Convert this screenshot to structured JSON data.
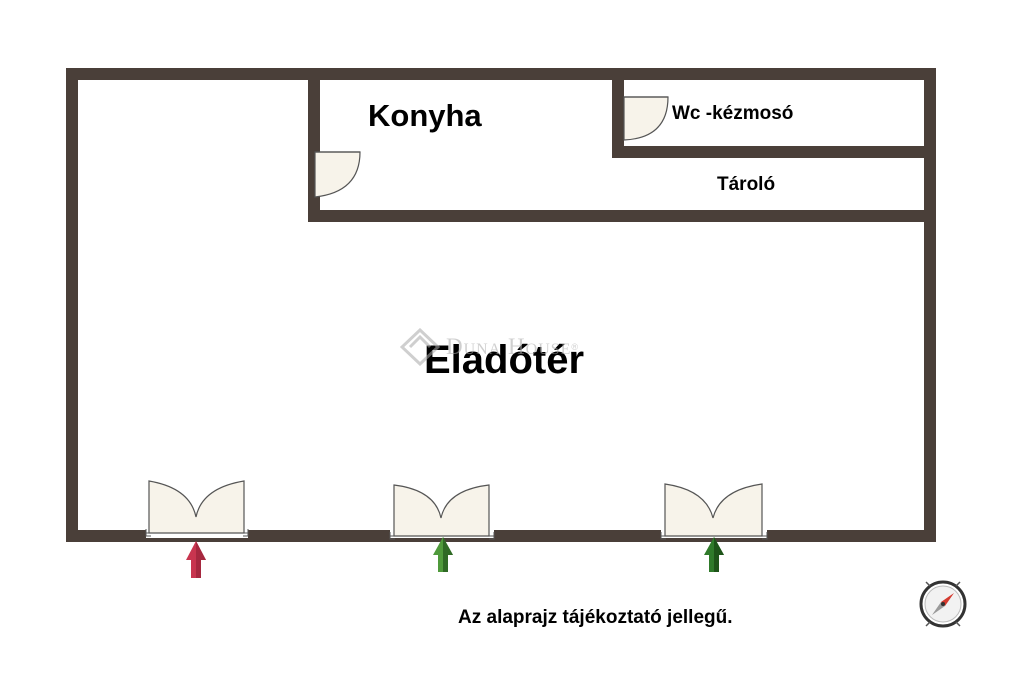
{
  "rooms": {
    "konyha": "Konyha",
    "wc": "Wc -kézmosó",
    "tarolo": "Tároló",
    "eladoter": "Eladótér"
  },
  "watermark": {
    "brand": "Duna House",
    "registered": "®"
  },
  "disclaimer": "Az alaprajz tájékoztató jellegű.",
  "colors": {
    "wall": "#4a3f39",
    "door_fill": "#f7f3ea",
    "entrance_arrow_main": "#c8354f",
    "entrance_arrow_secondary": "#2f7a2a",
    "watermark": "#a9a9a9"
  },
  "icons": {
    "compass": "compass-icon",
    "entrance": "up-arrow-icon",
    "logo": "duna-house-logo"
  }
}
